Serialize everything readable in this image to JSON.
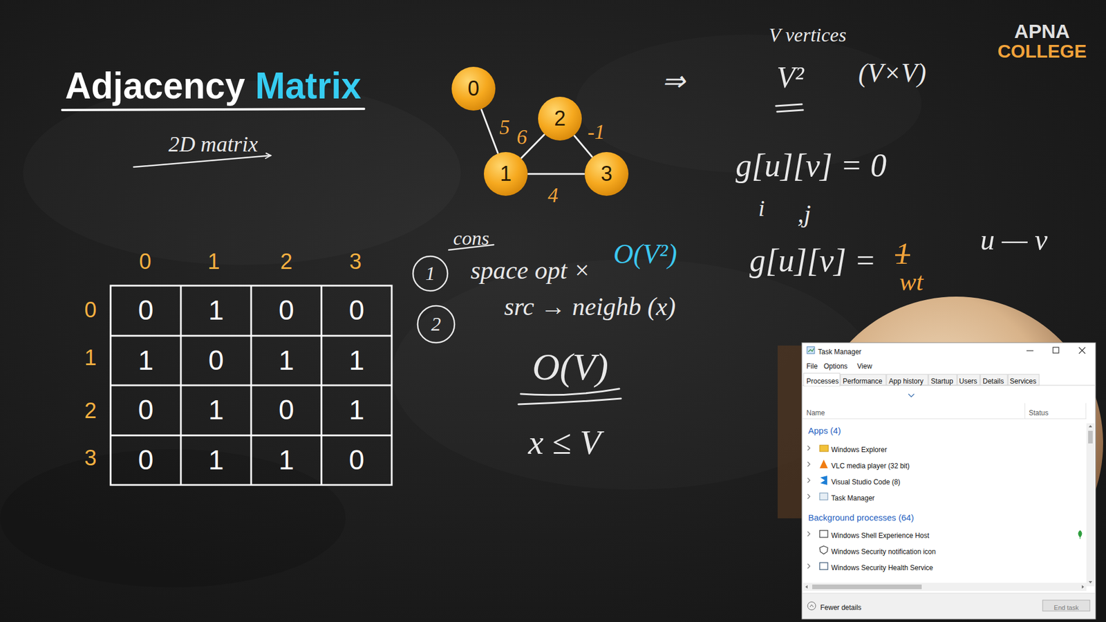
{
  "diagram": {
    "title": "Adjacency Matrix",
    "nodes": [
      {
        "text": [
          "0"
        ]
      },
      {
        "text": [
          "2"
        ]
      },
      {
        "text": [
          "1"
        ]
      },
      {
        "text": [
          "3"
        ]
      }
    ],
    "edges": [
      {
        "from": 0,
        "to": 2,
        "label": "5",
        "arrow": "none"
      },
      {
        "from": 2,
        "to": 1,
        "label": "6",
        "arrow": "none"
      },
      {
        "from": 1,
        "to": 3,
        "label": "-1",
        "arrow": "none"
      },
      {
        "from": 2,
        "to": 3,
        "label": "4",
        "arrow": "none"
      }
    ],
    "labels": [
      "V vertices",
      "⇒",
      "V²",
      "(V×V)",
      "g[u][v] = 0",
      "i",
      ",j",
      "g[u][v] =",
      "1",
      "wt",
      "u — v",
      "APNA",
      "COLLEGE",
      "2D matrix",
      "0",
      "1",
      "2",
      "3",
      "0",
      "1",
      "2",
      "3",
      "0",
      "1",
      "0",
      "0",
      "1",
      "0",
      "1",
      "1",
      "0",
      "1",
      "0",
      "1",
      "0",
      "1",
      "1",
      "0",
      "cons",
      "1",
      "space opt ×",
      "O(V²)",
      "2",
      "src → neighb (x)",
      "O(V)",
      "x ≤ V",
      "Task Manager",
      "File",
      "Options",
      "View",
      "Processes",
      "Performance",
      "App history",
      "Startup",
      "Users",
      "Details",
      "Services",
      "Name",
      "Status",
      "Apps (4)",
      "Windows Explorer",
      "VLC media player (32 bit)",
      "Visual Studio Code (8)",
      "Task Manager",
      "Background processes (64)",
      "Windows Shell Experience Host",
      "Windows Security notification icon",
      "Windows Security Health Service",
      "Fewer details",
      "End task"
    ]
  }
}
